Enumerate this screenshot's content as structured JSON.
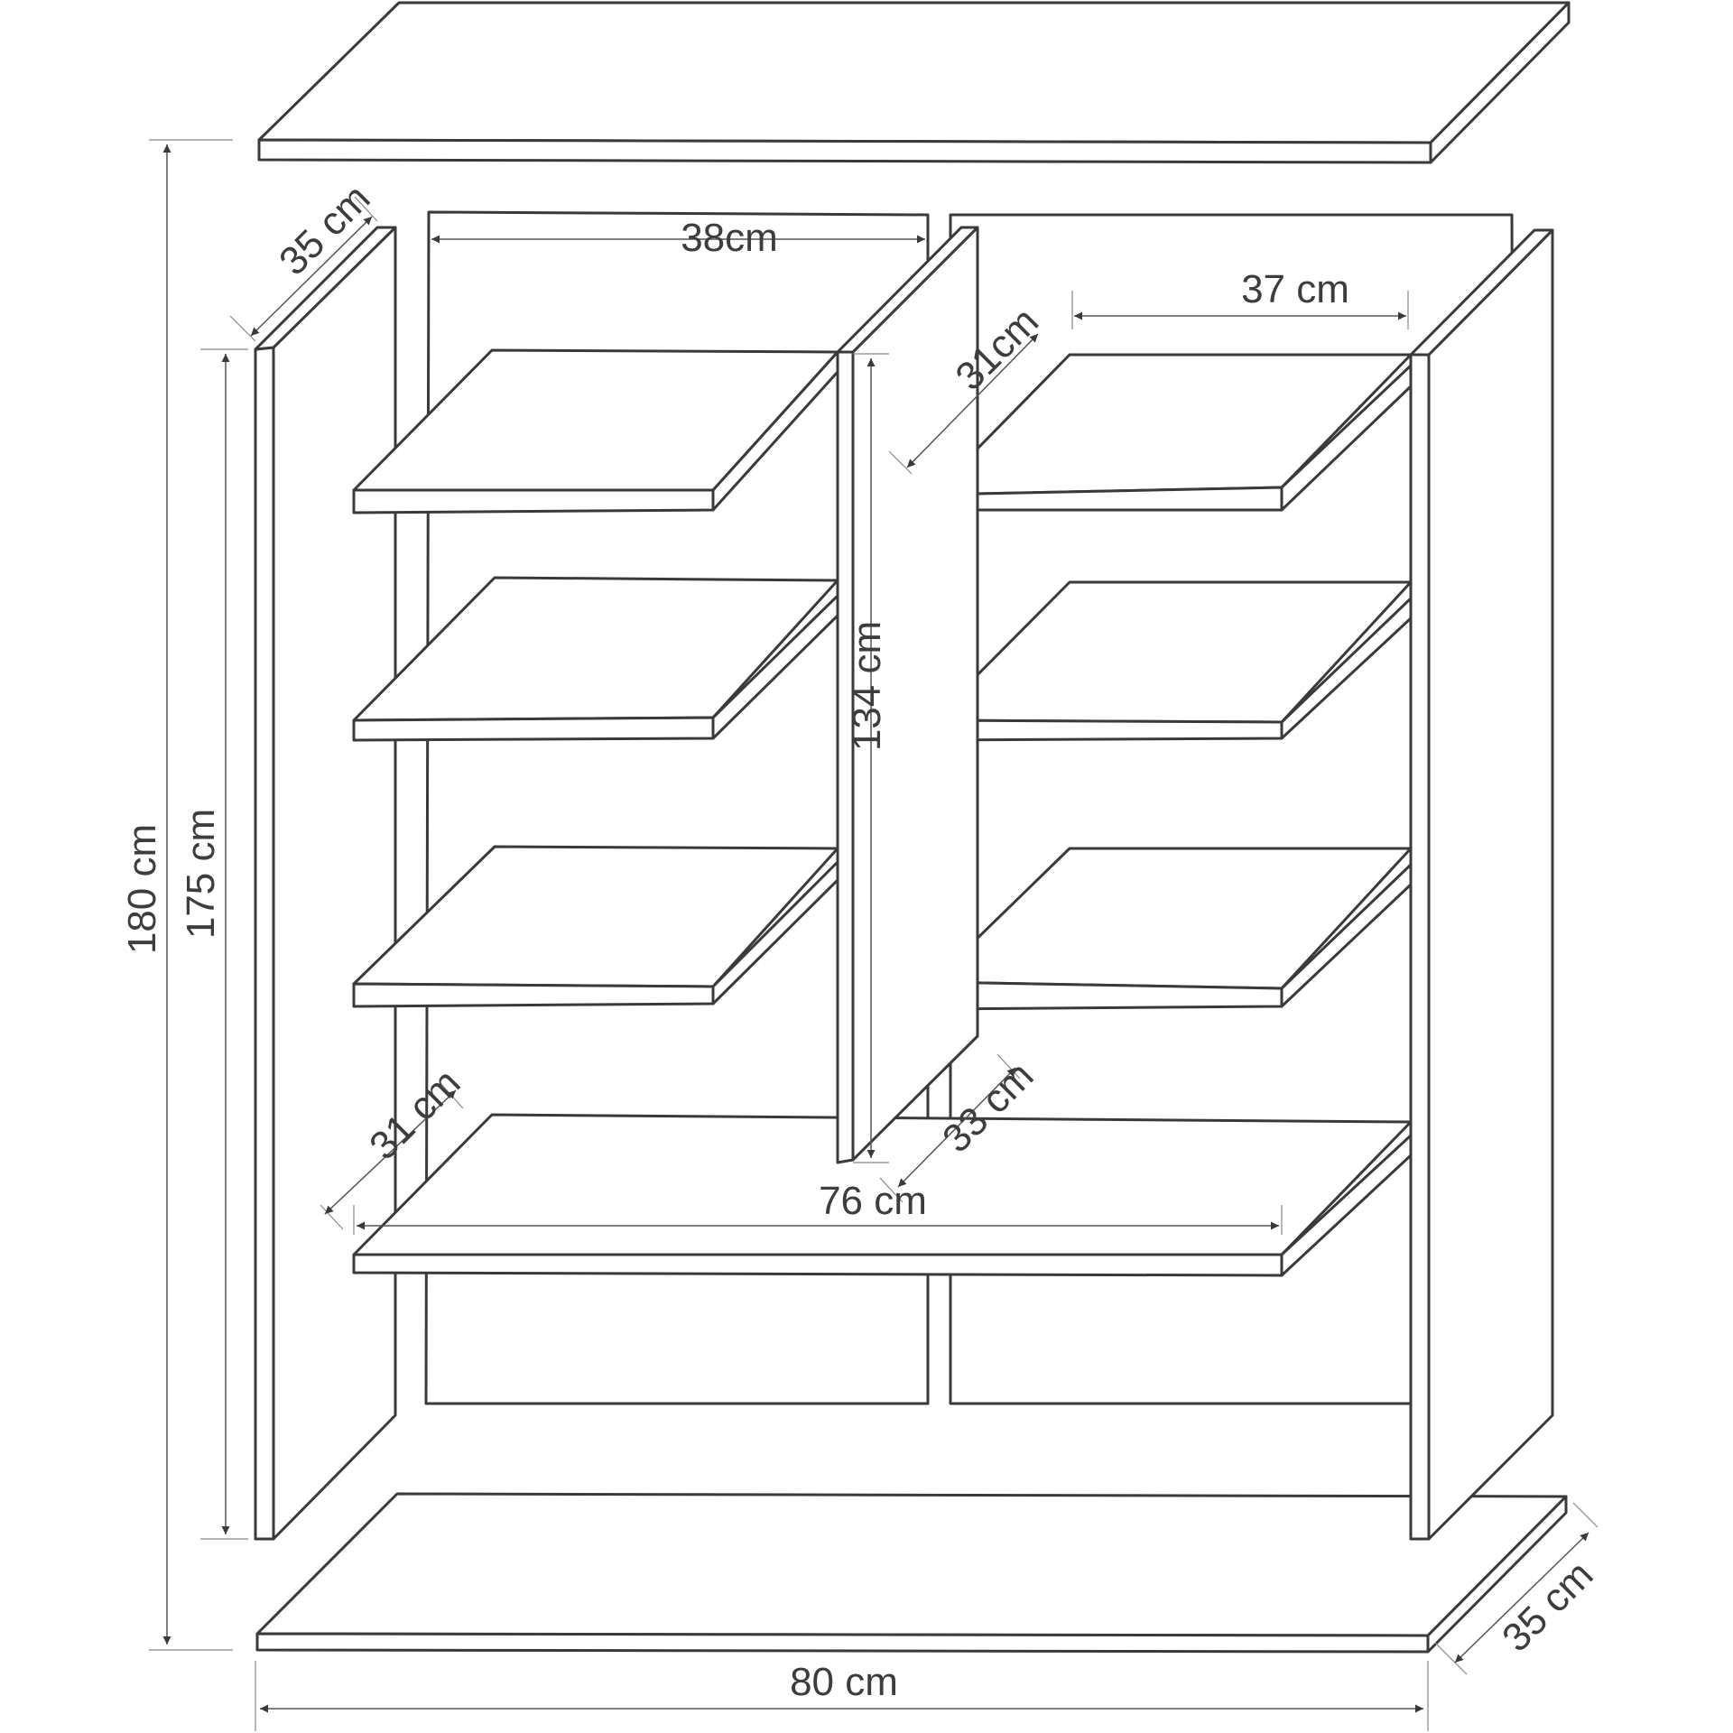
{
  "labels": {
    "total_height": "180 cm",
    "side_height": "175 cm",
    "top_depth": "35 cm",
    "compartment_width_left": "38cm",
    "compartment_width_right": "37 cm",
    "shelf_depth_right": "31cm",
    "divider_height": "134 cm",
    "shelf_depth_bottom_left": "31 cm",
    "divider_depth": "33 cm",
    "inner_width": "76 cm",
    "total_width": "80 cm",
    "base_depth": "35 cm"
  },
  "colors": {
    "line": "#3a3a3a",
    "dimension": "#555555",
    "text": "#3d3d3d"
  }
}
